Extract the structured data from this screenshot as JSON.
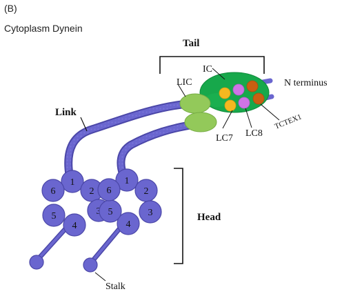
{
  "panel_label": "(B)",
  "title": "Cytoplasm Dynein",
  "labels": {
    "tail": "Tail",
    "link": "Link",
    "head": "Head",
    "stalk": "Stalk",
    "lic": "LIC",
    "ic": "IC",
    "lc7": "LC7",
    "lc8": "LC8",
    "tctex1": "TCTEX1",
    "n_terminus": "N terminus"
  },
  "head_left_subunits": [
    "1",
    "2",
    "3",
    "4",
    "5",
    "6"
  ],
  "head_right_subunits": [
    "1",
    "2",
    "3",
    "4",
    "5",
    "6"
  ],
  "colors": {
    "heavy_chain": "#6a66cf",
    "heavy_chain_stroke": "#4b47a8",
    "lic": "#93c95a",
    "ic": "#17a84b",
    "lc7": "#f5b820",
    "lc8": "#cf74e6",
    "tctex1": "#c85f12"
  }
}
